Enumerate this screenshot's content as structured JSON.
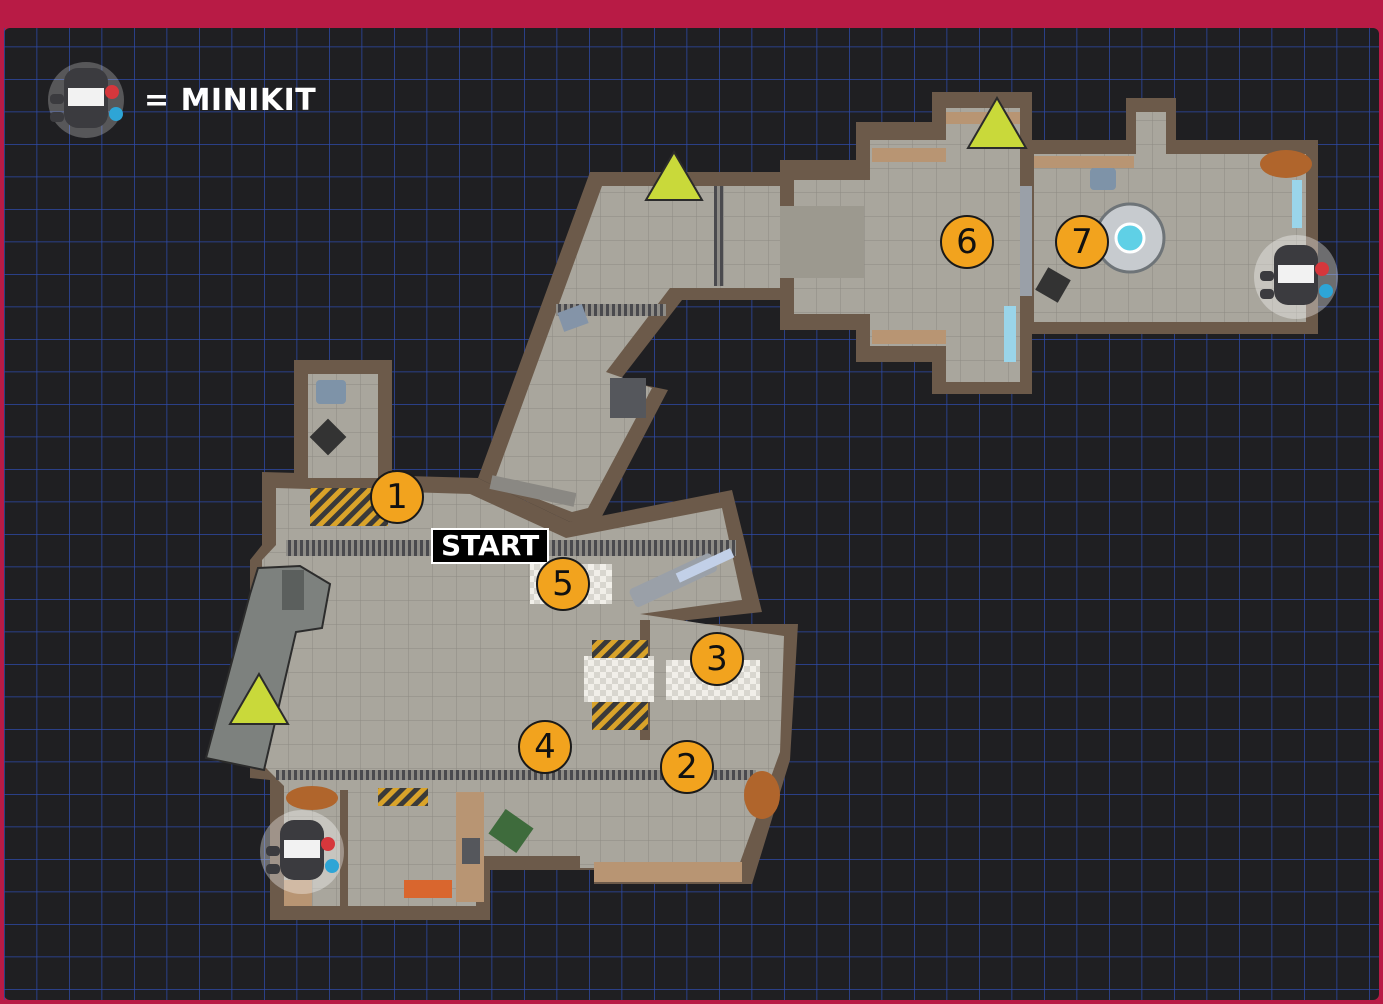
{
  "legend": {
    "icon": "minikit-icon",
    "label": "= MINIKIT"
  },
  "start_label": "START",
  "markers": [
    "1",
    "2",
    "3",
    "4",
    "5",
    "6",
    "7"
  ],
  "colors": {
    "frame": "#b81b45",
    "background": "#1f1f22",
    "grid": "#2e4aa8",
    "floor": "#a8a59c",
    "wall": "#6c5a4a",
    "marker": "#f2a31e",
    "triangle": "#c9d93a"
  }
}
